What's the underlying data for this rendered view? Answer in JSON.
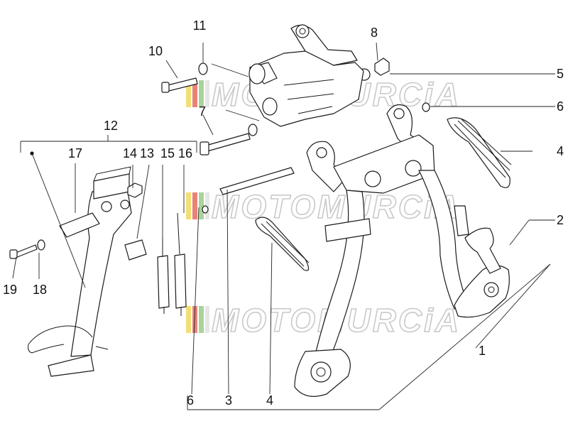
{
  "watermark": {
    "text": "MOTOMURCiA",
    "stripe_colors": [
      "#f0d24a",
      "#e05a4a",
      "#8cc47a",
      "#dddddd"
    ]
  },
  "callouts": {
    "c1": "1",
    "c2": "2",
    "c3": "3",
    "c4a": "4",
    "c4b": "4",
    "c5": "5",
    "c6a": "6",
    "c6b": "6",
    "c7": "7",
    "c8": "8",
    "c10": "10",
    "c11": "11",
    "c12": "12",
    "c13": "13",
    "c14": "14",
    "c15": "15",
    "c16": "16",
    "c17": "17",
    "c18": "18",
    "c19": "19"
  }
}
